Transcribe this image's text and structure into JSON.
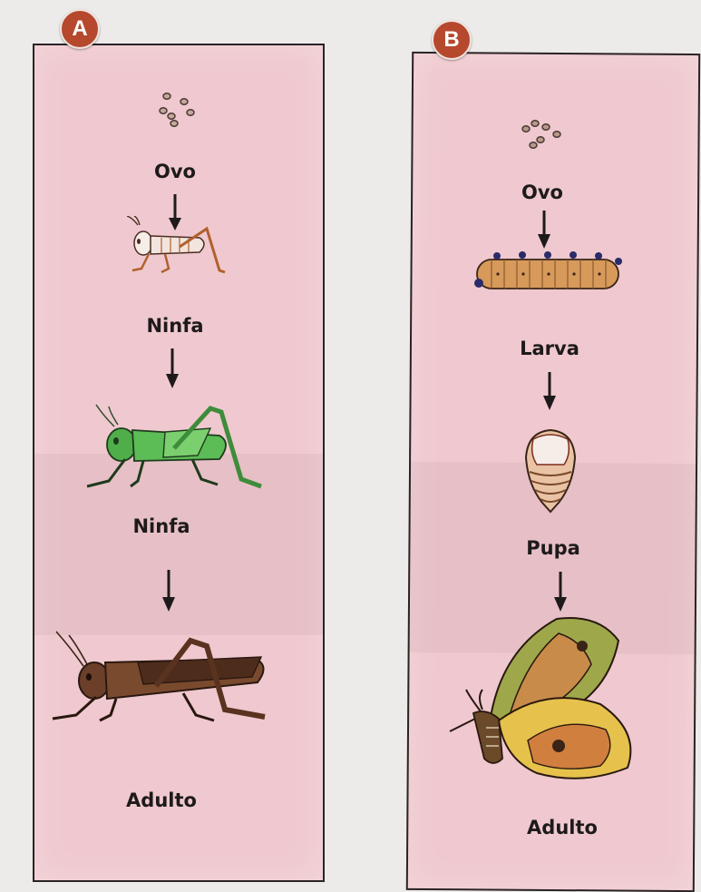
{
  "panel_a": {
    "badge": "A",
    "stages": [
      "Ovo",
      "Ninfa",
      "Ninfa",
      "Adulto"
    ]
  },
  "panel_b": {
    "badge": "B",
    "stages": [
      "Ovo",
      "Larva",
      "Pupa",
      "Adulto"
    ]
  },
  "colors": {
    "panel_bg": "#efc9cf",
    "badge_bg": "#b5482d",
    "nymph_green": "#4fae4a",
    "adult_brown": "#6b3f2a"
  }
}
